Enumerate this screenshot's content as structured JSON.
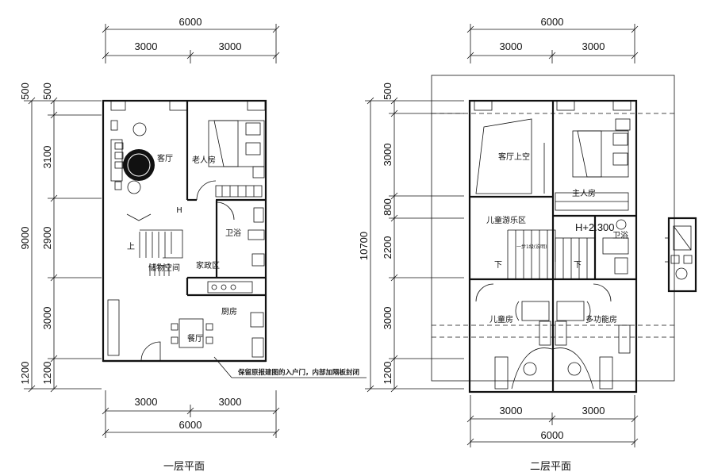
{
  "floor1": {
    "title": "一层平面",
    "dims": {
      "top_total": "6000",
      "top_left": "3000",
      "top_right": "3000",
      "bottom_left": "3000",
      "bottom_right": "3000",
      "bottom_total": "6000",
      "left_500": "500",
      "left_3100": "3100",
      "left_2900": "2900",
      "left_3000": "3000",
      "left_1200": "1200",
      "left_total": "9000",
      "outer_500": "500",
      "outer_1200": "1200"
    },
    "rooms": {
      "living": "客厅",
      "elder": "老人房",
      "bath": "卫浴",
      "storage": "储物空间",
      "utility": "家政区",
      "kitchen": "厨房",
      "dining": "餐厅",
      "up": "上",
      "h_mark": "H"
    },
    "note": "保留原报建图的入户门，内部加隔板封闭"
  },
  "floor2": {
    "title": "二层平面",
    "dims": {
      "top_total": "6000",
      "top_left": "3000",
      "top_right": "3000",
      "bottom_left": "3000",
      "bottom_right": "3000",
      "bottom_total": "6000",
      "left_500": "500",
      "left_3000a": "3000",
      "left_800": "800",
      "left_2200": "2200",
      "left_3000b": "3000",
      "left_1200": "1200",
      "left_total": "10700"
    },
    "rooms": {
      "void": "客厅上空",
      "master": "主人房",
      "play": "儿童游乐区",
      "bath": "卫浴",
      "child": "儿童房",
      "multi": "多功能房",
      "level": "H+2.300",
      "down1": "下",
      "down2": "下",
      "stair_note": "一步1级(说明)"
    }
  }
}
